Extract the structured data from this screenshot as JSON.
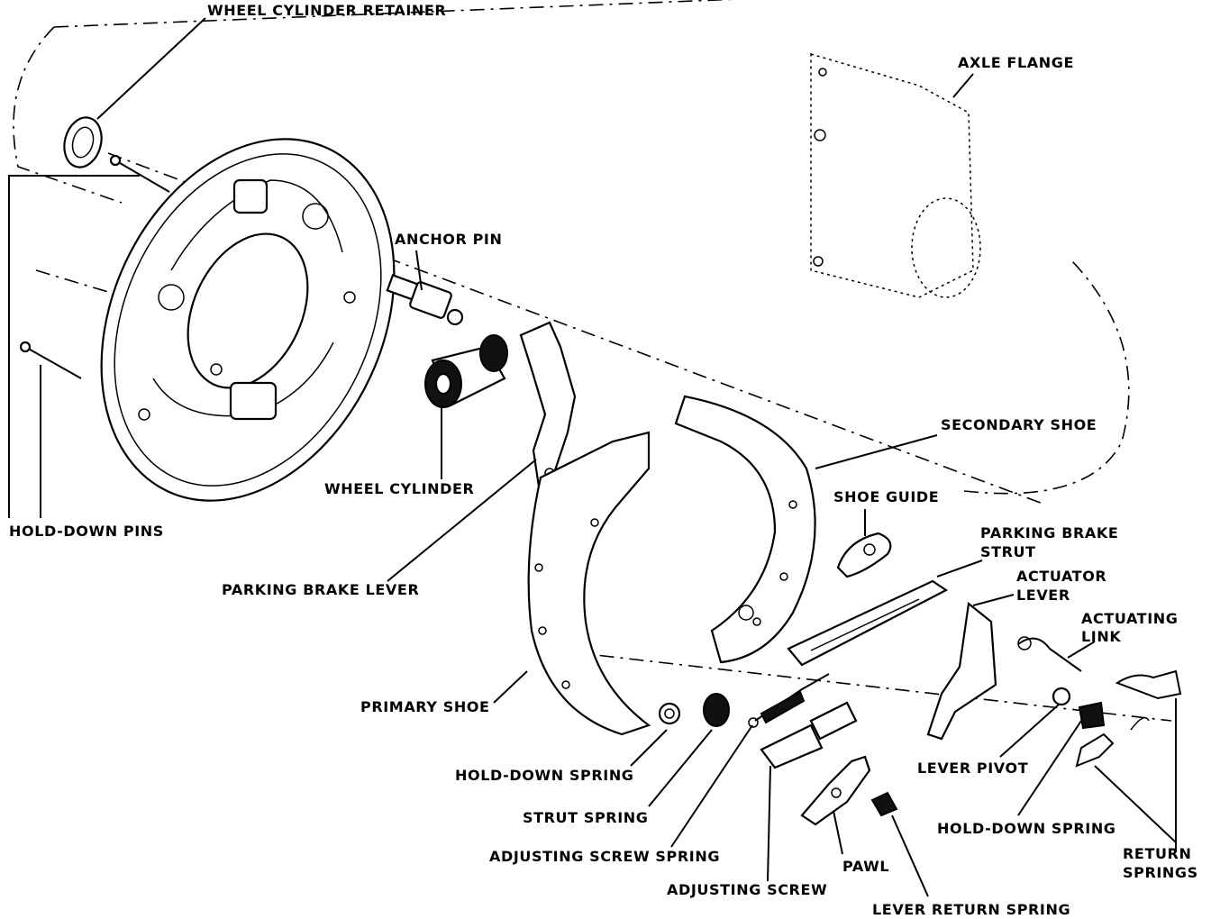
{
  "labels": {
    "wheel_cylinder_retainer": "WHEEL CYLINDER RETAINER",
    "axle_flange": "AXLE FLANGE",
    "anchor_pin": "ANCHOR PIN",
    "wheel_cylinder": "WHEEL CYLINDER",
    "hold_down_pins": "HOLD-DOWN PINS",
    "parking_brake_lever": "PARKING BRAKE LEVER",
    "secondary_shoe": "SECONDARY SHOE",
    "shoe_guide": "SHOE GUIDE",
    "parking_brake_strut_1": "PARKING BRAKE",
    "parking_brake_strut_2": "STRUT",
    "actuator_lever_1": "ACTUATOR",
    "actuator_lever_2": "LEVER",
    "actuating_link_1": "ACTUATING",
    "actuating_link_2": "LINK",
    "primary_shoe": "PRIMARY SHOE",
    "hold_down_spring_left": "HOLD-DOWN SPRING",
    "lever_pivot": "LEVER PIVOT",
    "strut_spring": "STRUT SPRING",
    "hold_down_spring_right": "HOLD-DOWN SPRING",
    "return_springs_1": "RETURN",
    "return_springs_2": "SPRINGS",
    "adjusting_screw_spring": "ADJUSTING SCREW SPRING",
    "pawl": "PAWL",
    "adjusting_screw": "ADJUSTING SCREW",
    "lever_return_spring": "LEVER RETURN SPRING"
  }
}
